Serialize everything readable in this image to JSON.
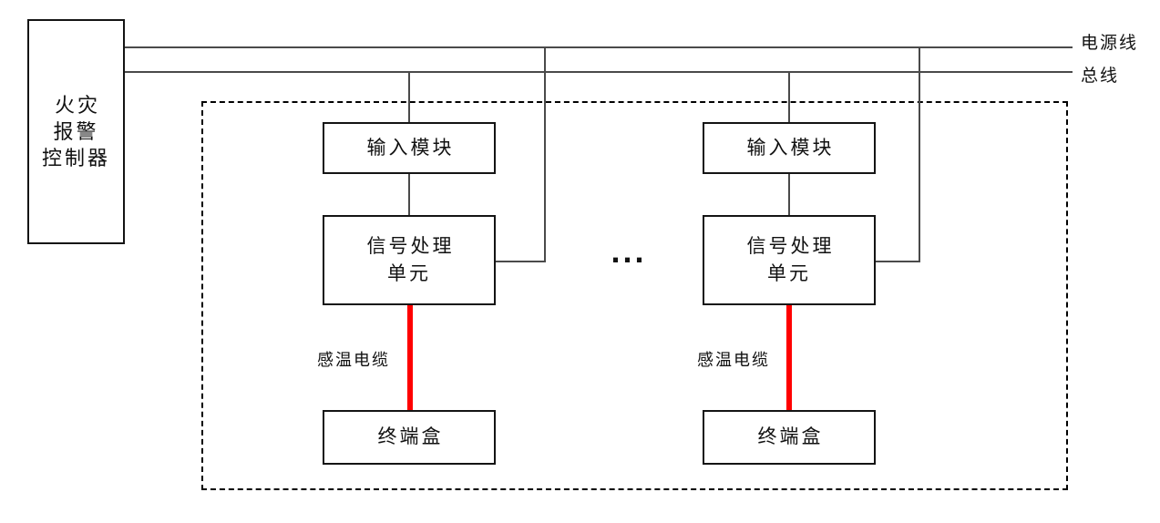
{
  "controller": {
    "label": "火灾\n报警\n控制器"
  },
  "bus_labels": {
    "power": "电源线",
    "bus": "总线"
  },
  "ellipsis": "...",
  "groups": [
    {
      "input_module": "输入模块",
      "signal_unit": "信号处理\n单元",
      "cable_label": "感温电缆",
      "terminal_box": "终端盒"
    },
    {
      "input_module": "输入模块",
      "signal_unit": "信号处理\n单元",
      "cable_label": "感温电缆",
      "terminal_box": "终端盒"
    }
  ],
  "colors": {
    "cable_line": "#ff0000",
    "wire_line": "#4a4a4a",
    "border": "#000000"
  }
}
